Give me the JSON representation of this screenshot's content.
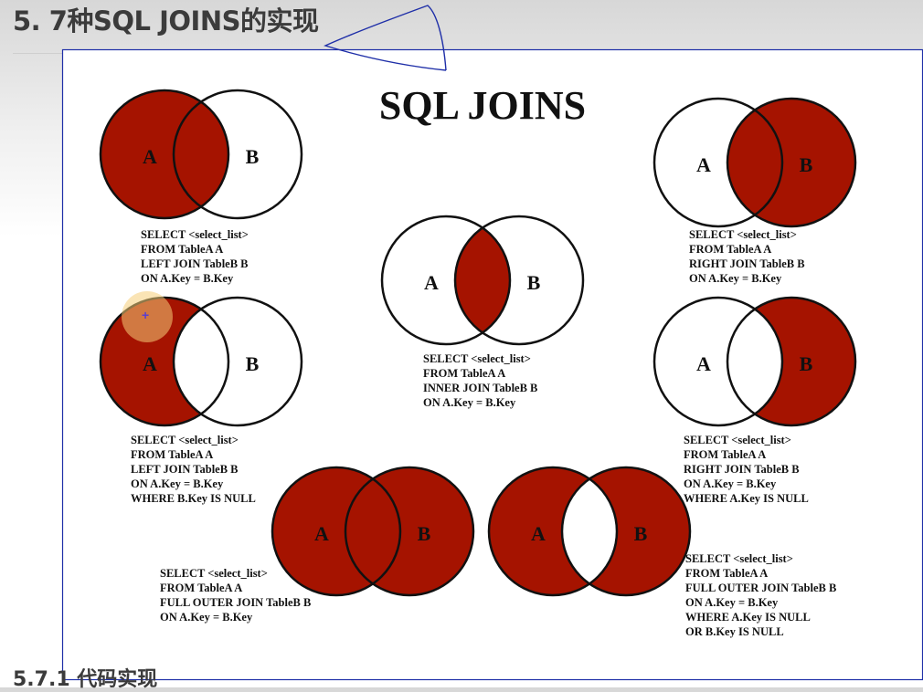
{
  "heading": "5. 7种SQL JOINS的实现",
  "subheading": "5.7.1 代码实现",
  "figure": {
    "title": "SQL JOINS",
    "fill_color": "#a51300",
    "label_a": "A",
    "label_b": "B",
    "joins": [
      {
        "id": "left-join",
        "query": [
          "SELECT <select_list>",
          "FROM TableA A",
          "LEFT JOIN TableB B",
          "ON A.Key = B.Key"
        ]
      },
      {
        "id": "right-join",
        "query": [
          "SELECT <select_list>",
          "FROM TableA A",
          "RIGHT JOIN TableB B",
          "ON A.Key = B.Key"
        ]
      },
      {
        "id": "inner-join",
        "query": [
          "SELECT <select_list>",
          "FROM TableA A",
          "INNER JOIN TableB B",
          "ON A.Key = B.Key"
        ]
      },
      {
        "id": "left-excluding-join",
        "query": [
          "SELECT <select_list>",
          "FROM TableA A",
          "LEFT JOIN TableB B",
          "ON A.Key = B.Key",
          "WHERE B.Key IS NULL"
        ]
      },
      {
        "id": "right-excluding-join",
        "query": [
          "SELECT <select_list>",
          "FROM TableA A",
          "RIGHT JOIN TableB B",
          "ON A.Key = B.Key",
          "WHERE A.Key IS NULL"
        ]
      },
      {
        "id": "full-outer-join",
        "query": [
          "SELECT <select_list>",
          "FROM TableA A",
          "FULL OUTER JOIN TableB B",
          "ON A.Key = B.Key"
        ]
      },
      {
        "id": "full-outer-excluding-join",
        "query": [
          "SELECT <select_list>",
          "FROM TableA A",
          "FULL OUTER JOIN TableB B",
          "ON A.Key = B.Key",
          "WHERE A.Key IS NULL",
          "OR B.Key IS NULL"
        ]
      }
    ]
  }
}
